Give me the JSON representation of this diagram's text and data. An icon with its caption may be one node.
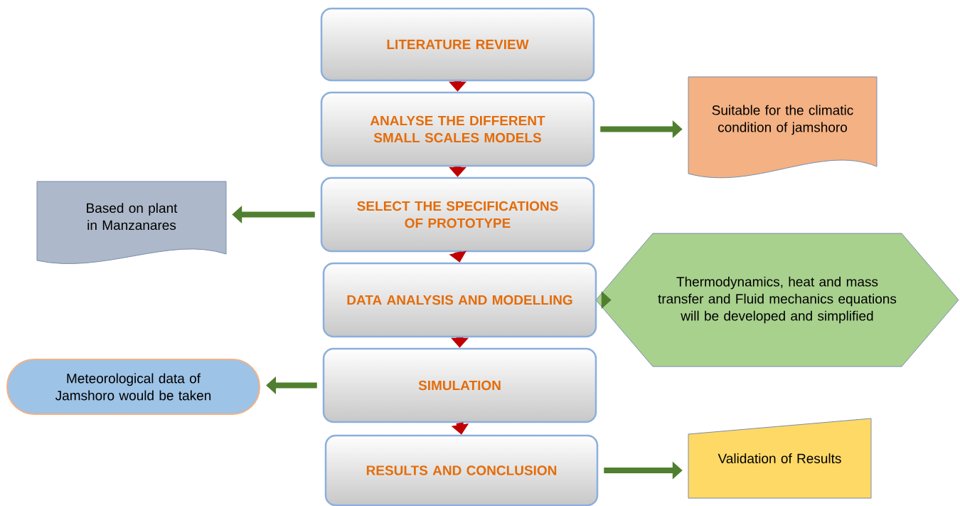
{
  "diagram": {
    "nodes": [
      {
        "text": [
          "LITERATURE REVIEW"
        ]
      },
      {
        "text": [
          "ANALYSE THE DIFFERENT SMALL SCALES MODELS"
        ]
      },
      {
        "text": [
          "SELECT THE SPECIFICATIONS OF PROTOTYPE"
        ]
      },
      {
        "text": [
          "DATA ANALYSIS AND MODELLING"
        ]
      },
      {
        "text": [
          "SIMULATION"
        ]
      },
      {
        "text": [
          "RESULTS AND CONCLUSION"
        ]
      },
      {
        "text": [
          "Suitable for the climatic condition of jamshoro"
        ]
      },
      {
        "text": [
          "Based on plant in Manzanares"
        ]
      },
      {
        "text": [
          "Thermodynamics, heat and mass transfer and Fluid mechanics equations will be developed and simplified"
        ]
      },
      {
        "text": [
          "Meteorological data of Jamshoro would be taken"
        ]
      },
      {
        "text": [
          "Validation of Results"
        ]
      }
    ],
    "edges": [
      {
        "from": 0,
        "to": 1,
        "arrow": "to",
        "color": "#c00000"
      },
      {
        "from": 1,
        "to": 2,
        "arrow": "to",
        "color": "#c00000"
      },
      {
        "from": 2,
        "to": 3,
        "arrow": "to",
        "color": "#c00000"
      },
      {
        "from": 3,
        "to": 4,
        "arrow": "to",
        "color": "#c00000"
      },
      {
        "from": 4,
        "to": 5,
        "arrow": "to",
        "color": "#c00000"
      },
      {
        "from": 1,
        "to": 6,
        "arrow": "to",
        "color": "#4f7f2f"
      },
      {
        "from": 2,
        "to": 7,
        "arrow": "to",
        "color": "#4f7f2f"
      },
      {
        "from": 3,
        "to": 8,
        "arrow": "to",
        "color": "#4f7f2f"
      },
      {
        "from": 4,
        "to": 9,
        "arrow": "to",
        "color": "#4f7f2f"
      },
      {
        "from": 5,
        "to": 10,
        "arrow": "to",
        "color": "#4f7f2f"
      }
    ]
  }
}
